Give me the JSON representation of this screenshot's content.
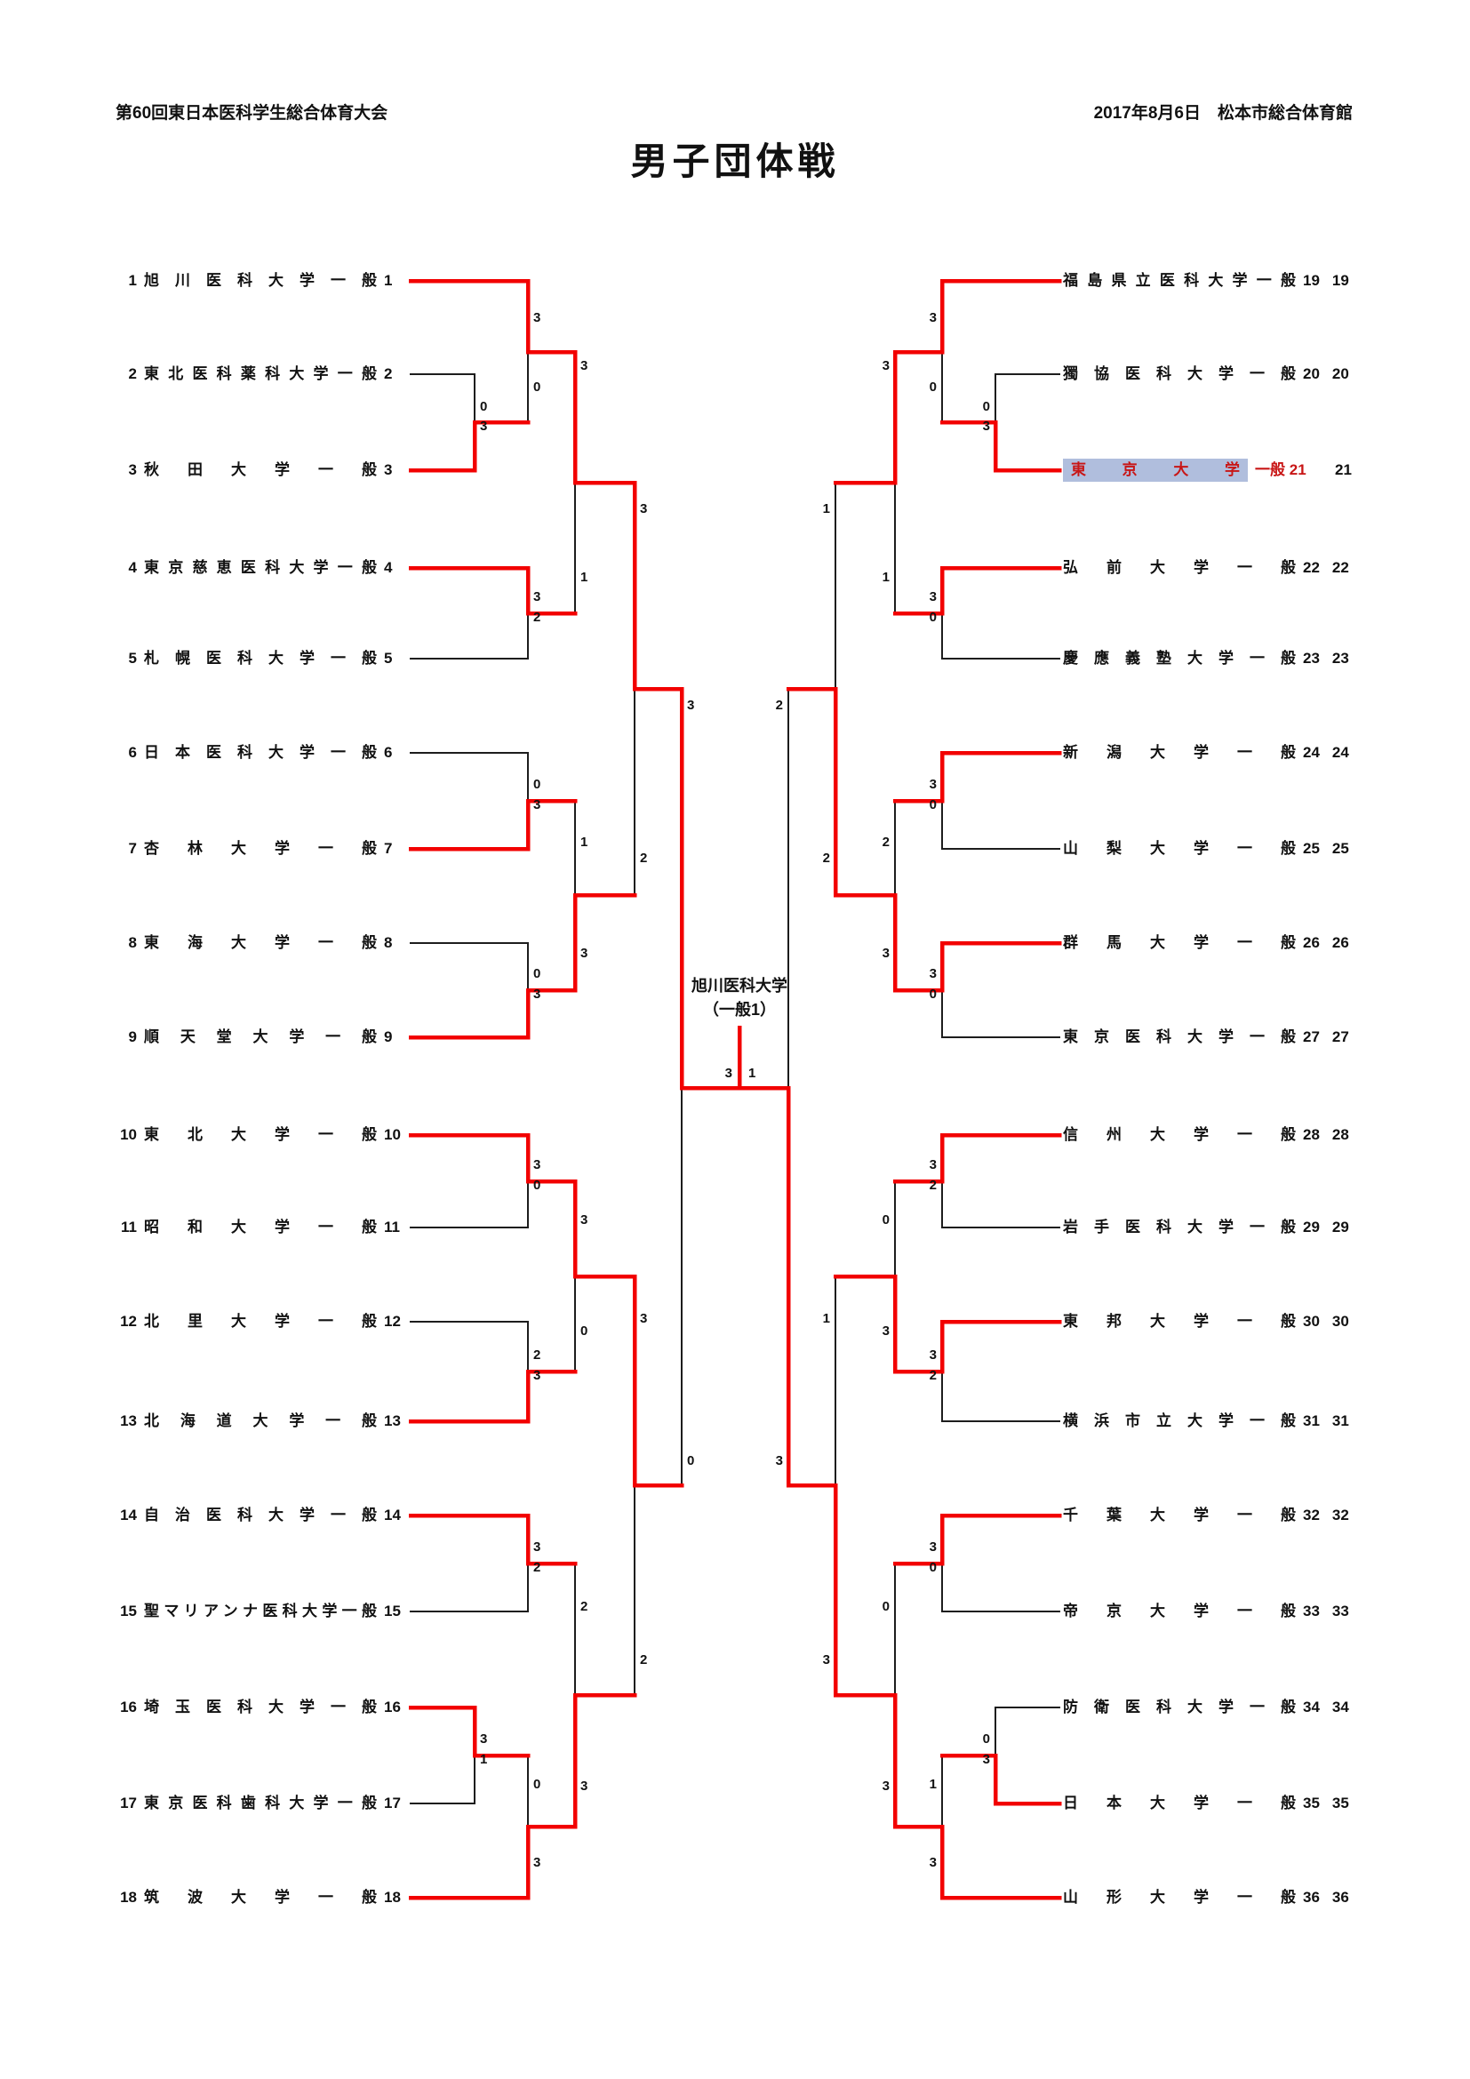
{
  "header": {
    "event": "第60回東日本医科学生総合体育大会",
    "date_venue": "2017年8月6日　松本市総合体育館",
    "title": "男子団体戦"
  },
  "division_label": "一般",
  "champion": {
    "line1": "旭川医科大学",
    "line2": "（一般1）"
  },
  "teams_left": [
    {
      "no": "1",
      "name": "旭川医科大学"
    },
    {
      "no": "2",
      "name": "東北医科薬科大学"
    },
    {
      "no": "3",
      "name": "秋田大学"
    },
    {
      "no": "4",
      "name": "東京慈恵医科大学"
    },
    {
      "no": "5",
      "name": "札幌医科大学"
    },
    {
      "no": "6",
      "name": "日本医科大学"
    },
    {
      "no": "7",
      "name": "杏林大学"
    },
    {
      "no": "8",
      "name": "東海大学"
    },
    {
      "no": "9",
      "name": "順天堂大学"
    },
    {
      "no": "10",
      "name": "東北大学"
    },
    {
      "no": "11",
      "name": "昭和大学"
    },
    {
      "no": "12",
      "name": "北里大学"
    },
    {
      "no": "13",
      "name": "北海道大学"
    },
    {
      "no": "14",
      "name": "自治医科大学"
    },
    {
      "no": "15",
      "name": "聖マリアンナ医科大学"
    },
    {
      "no": "16",
      "name": "埼玉医科大学"
    },
    {
      "no": "17",
      "name": "東京医科歯科大学"
    },
    {
      "no": "18",
      "name": "筑波大学"
    }
  ],
  "teams_right": [
    {
      "no": "19",
      "name": "福島県立医科大学"
    },
    {
      "no": "20",
      "name": "獨協医科大学"
    },
    {
      "no": "21",
      "name": "東京大学"
    },
    {
      "no": "22",
      "name": "弘前大学"
    },
    {
      "no": "23",
      "name": "慶應義塾大学"
    },
    {
      "no": "24",
      "name": "新潟大学"
    },
    {
      "no": "25",
      "name": "山梨大学"
    },
    {
      "no": "26",
      "name": "群馬大学"
    },
    {
      "no": "27",
      "name": "東京医科大学"
    },
    {
      "no": "28",
      "name": "信州大学"
    },
    {
      "no": "29",
      "name": "岩手医科大学"
    },
    {
      "no": "30",
      "name": "東邦大学"
    },
    {
      "no": "31",
      "name": "横浜市立大学"
    },
    {
      "no": "32",
      "name": "千葉大学"
    },
    {
      "no": "33",
      "name": "帝京大学"
    },
    {
      "no": "34",
      "name": "防衛医科大学"
    },
    {
      "no": "35",
      "name": "日本大学"
    },
    {
      "no": "36",
      "name": "山形大学"
    }
  ],
  "matches": {
    "m1": {
      "s1": "0",
      "s2": "3",
      "w": "bottom"
    },
    "m2": {
      "s1": "3",
      "s2": "0",
      "w": "top"
    },
    "m3": {
      "s1": "3",
      "s2": "2",
      "w": "top"
    },
    "m4": {
      "s1": "3",
      "s2": "1",
      "w": "top"
    },
    "m5": {
      "s1": "0",
      "s2": "3",
      "w": "bottom"
    },
    "m6": {
      "s1": "0",
      "s2": "3",
      "w": "bottom"
    },
    "m7": {
      "s1": "1",
      "s2": "3",
      "w": "bottom"
    },
    "m8": {
      "s1": "3",
      "s2": "2",
      "w": "top"
    },
    "m9": {
      "s1": "3",
      "s2": "0",
      "w": "top"
    },
    "m10": {
      "s1": "2",
      "s2": "3",
      "w": "bottom"
    },
    "m11": {
      "s1": "3",
      "s2": "0",
      "w": "top"
    },
    "m12": {
      "s1": "3",
      "s2": "2",
      "w": "top"
    },
    "m13": {
      "s1": "3",
      "s2": "1",
      "w": "top"
    },
    "m14": {
      "s1": "0",
      "s2": "3",
      "w": "bottom"
    },
    "m15": {
      "s1": "2",
      "s2": "3",
      "w": "bottom"
    },
    "m16": {
      "s1": "3",
      "s2": "2",
      "w": "top"
    },
    "lf": {
      "s1": "3",
      "s2": "0",
      "w": "top"
    },
    "m17": {
      "s1": "0",
      "s2": "3",
      "w": "bottom"
    },
    "m18": {
      "s1": "3",
      "s2": "0",
      "w": "top"
    },
    "m19": {
      "s1": "3",
      "s2": "0",
      "w": "top"
    },
    "m20": {
      "s1": "3",
      "s2": "1",
      "w": "top"
    },
    "m21": {
      "s1": "3",
      "s2": "0",
      "w": "top"
    },
    "m22": {
      "s1": "3",
      "s2": "0",
      "w": "top"
    },
    "m23": {
      "s1": "2",
      "s2": "3",
      "w": "bottom"
    },
    "m24": {
      "s1": "1",
      "s2": "2",
      "w": "bottom"
    },
    "m25": {
      "s1": "3",
      "s2": "2",
      "w": "top"
    },
    "m26": {
      "s1": "3",
      "s2": "2",
      "w": "top"
    },
    "m27": {
      "s1": "0",
      "s2": "3",
      "w": "bottom"
    },
    "m28": {
      "s1": "3",
      "s2": "0",
      "w": "top"
    },
    "m29": {
      "s1": "0",
      "s2": "3",
      "w": "bottom"
    },
    "m30": {
      "s1": "1",
      "s2": "3",
      "w": "bottom"
    },
    "m31": {
      "s1": "0",
      "s2": "3",
      "w": "bottom"
    },
    "m32": {
      "s1": "1",
      "s2": "3",
      "w": "bottom"
    },
    "rf": {
      "s1": "2",
      "s2": "3",
      "w": "bottom"
    },
    "gf": {
      "s1": "3",
      "s2": "1",
      "w": "left"
    }
  },
  "highlight": {
    "team_no": "21",
    "background": "#b0bedd",
    "text": "#c81616"
  },
  "colors": {
    "winner_line": "#f20000",
    "line": "#1d1d1d"
  }
}
